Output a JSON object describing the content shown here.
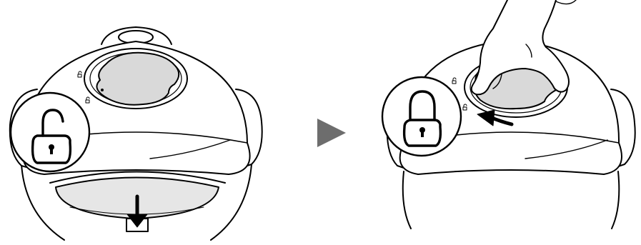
{
  "diagram": {
    "steps": [
      {
        "state": "unlocked",
        "action": "press-down"
      },
      {
        "state": "locked",
        "action": "rotate-counterclockwise"
      }
    ],
    "colors": {
      "stroke": "#000000",
      "lid": "#ffffff",
      "valve_fill": "#d9d9d9",
      "pot_band_fill": "#e6e6e6",
      "arrow_fill": "#6d6d6d"
    },
    "icons": [
      "unlocked-padlock-icon",
      "locked-padlock-icon",
      "next-step-arrow-icon",
      "down-arrow-icon",
      "rotate-arrow-icon",
      "hand-icon"
    ]
  }
}
